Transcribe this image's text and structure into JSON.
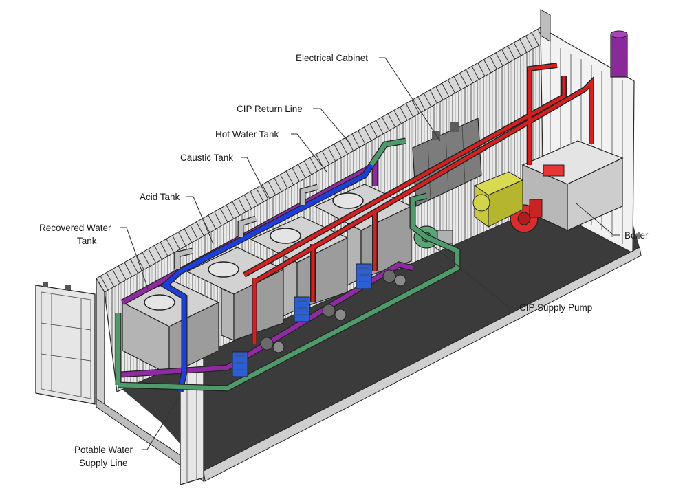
{
  "colors": {
    "cip_return": "#8e2ba0",
    "potable_water": "#1e3fd6",
    "cip_supply": "#4f9a6a",
    "hot_water": "#d42020",
    "boiler_burner": "#d92c2c",
    "blower": "#c8c83c",
    "chimney": "#8a2a9a",
    "floor": "#3b3b3b",
    "tank": "#b9b9b9",
    "heat_exchanger": "#2d5fd4"
  },
  "callouts": {
    "electrical_cabinet": "Electrical Cabinet",
    "cip_return_line": "CIP Return Line",
    "hot_water_tank": "Hot Water Tank",
    "caustic_tank": "Caustic Tank",
    "acid_tank": "Acid Tank",
    "recovered_water_tank_l1": "Recovered Water",
    "recovered_water_tank_l2": "Tank",
    "boiler": "Boiler",
    "cip_supply_pump": "CIP Supply Pump",
    "potable_water_l1": "Potable Water",
    "potable_water_l2": "Supply Line"
  }
}
